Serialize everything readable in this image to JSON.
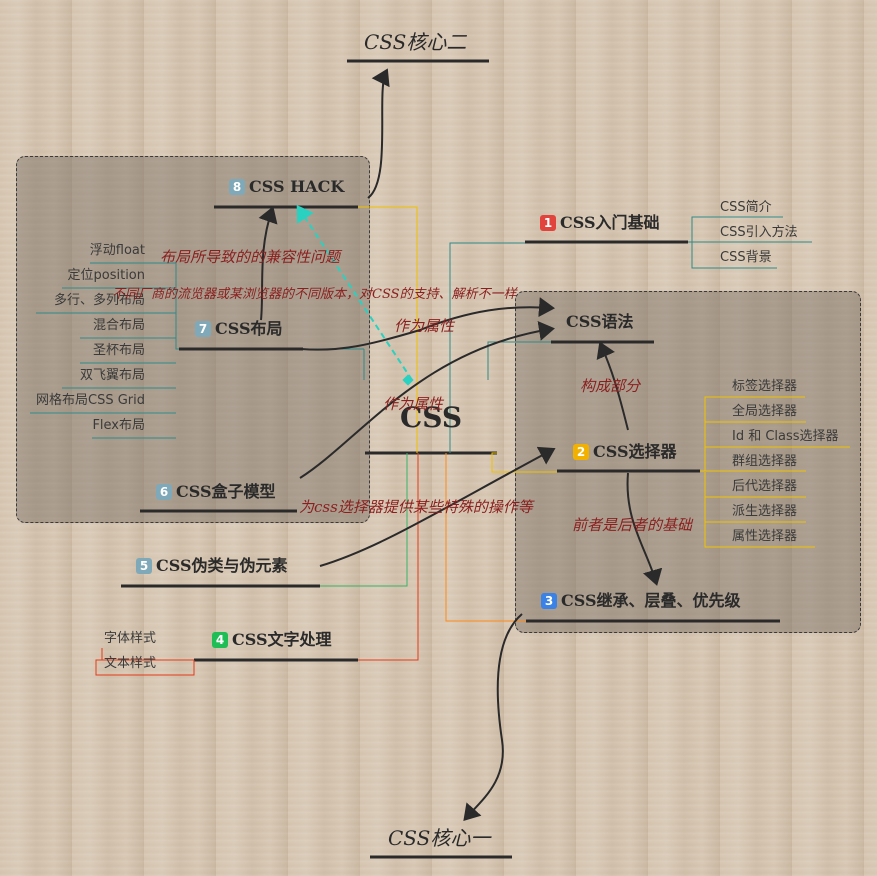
{
  "titles": {
    "top": "CSS核心二",
    "bottom": "CSS核心一"
  },
  "center": "CSS",
  "nodes": {
    "n1": {
      "num": "1",
      "label": "CSS入门基础",
      "color": "#e0443c"
    },
    "n2": {
      "num": "2",
      "label": "CSS选择器",
      "color": "#f2b100"
    },
    "n3": {
      "num": "3",
      "label": "CSS继承、层叠、优先级",
      "color": "#3b82e6"
    },
    "n4": {
      "num": "4",
      "label": "CSS文字处理",
      "color": "#1fbd55"
    },
    "n5": {
      "num": "5",
      "label": "CSS伪类与伪元素",
      "color": "#7fa9b8"
    },
    "n6": {
      "num": "6",
      "label": "CSS盒子模型",
      "color": "#7fa9b8"
    },
    "n7": {
      "num": "7",
      "label": "CSS布局",
      "color": "#7fa9b8"
    },
    "n8": {
      "num": "8",
      "label": "CSS HACK",
      "color": "#7fa9b8"
    },
    "syntax": {
      "label": "CSS语法"
    }
  },
  "leaves": {
    "intro": [
      "CSS简介",
      "CSS引入方法",
      "CSS背景"
    ],
    "selectors": [
      "标签选择器",
      "全局选择器",
      "Id 和 Class选择器",
      "群组选择器",
      "后代选择器",
      "派生选择器",
      "属性选择器"
    ],
    "text": [
      "字体样式",
      "文本样式"
    ],
    "layout": [
      "浮动float",
      "定位position",
      "多行、多列布局",
      "混合布局",
      "圣杯布局",
      "双飞翼布局",
      "网格布局CSS Grid",
      "Flex布局"
    ]
  },
  "notes": {
    "compat": "布局所导致的的兼容性问题",
    "browsers": "不同厂商的流览器或某浏览器的不同版本，对CSS的支持、解析不一样",
    "attr1": "作为属性",
    "attr2": "作为属性",
    "parts": "构成部分",
    "basis": "前者是后者的基础",
    "pseudo": "为css选择器提供某些特殊的操作等"
  }
}
